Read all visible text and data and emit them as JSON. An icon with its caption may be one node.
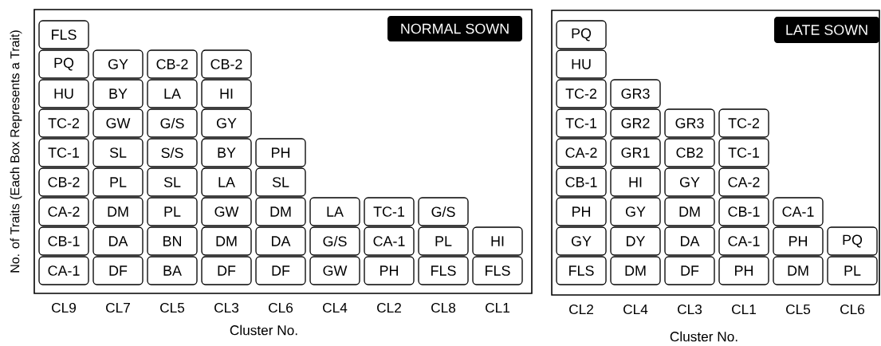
{
  "diagram": {
    "nodes": [
      {
        "text": [],
        "shape": "box"
      },
      {
        "text": [
          "NORMAL SOWN"
        ],
        "in": 0
      },
      {
        "text": [
          "FLS"
        ],
        "in": 0
      },
      {
        "text": [
          "PQ"
        ],
        "in": 0
      },
      {
        "text": [
          "HU"
        ],
        "in": 0
      },
      {
        "text": [
          "TC-2"
        ],
        "in": 0
      },
      {
        "text": [
          "TC-1"
        ],
        "in": 0
      },
      {
        "text": [
          "CB-2"
        ],
        "in": 0
      },
      {
        "text": [
          "CA-2"
        ],
        "in": 0
      },
      {
        "text": [
          "CB-1"
        ],
        "in": 0
      },
      {
        "text": [
          "CA-1"
        ],
        "in": 0
      },
      {
        "text": [
          "GY"
        ],
        "in": 0
      },
      {
        "text": [
          "BY"
        ],
        "in": 0
      },
      {
        "text": [
          "GW"
        ],
        "in": 0
      },
      {
        "text": [
          "SL"
        ],
        "in": 0
      },
      {
        "text": [
          "PL"
        ],
        "in": 0
      },
      {
        "text": [
          "DM"
        ],
        "in": 0
      },
      {
        "text": [
          "DA"
        ],
        "in": 0
      },
      {
        "text": [
          "DF"
        ],
        "in": 0
      },
      {
        "text": [
          "CB-2"
        ],
        "in": 0
      },
      {
        "text": [
          "LA"
        ],
        "in": 0
      },
      {
        "text": [
          "G/S"
        ],
        "in": 0
      },
      {
        "text": [
          "S/S"
        ],
        "in": 0
      },
      {
        "text": [
          "SL"
        ],
        "in": 0
      },
      {
        "text": [
          "PL"
        ],
        "in": 0
      },
      {
        "text": [
          "BN"
        ],
        "in": 0
      },
      {
        "text": [
          "BA"
        ],
        "in": 0
      },
      {
        "text": [
          "CB-2"
        ],
        "in": 0
      },
      {
        "text": [
          "HI"
        ],
        "in": 0
      },
      {
        "text": [
          "GY"
        ],
        "in": 0
      },
      {
        "text": [
          "BY"
        ],
        "in": 0
      },
      {
        "text": [
          "LA"
        ],
        "in": 0
      },
      {
        "text": [
          "GW"
        ],
        "in": 0
      },
      {
        "text": [
          "DM"
        ],
        "in": 0
      },
      {
        "text": [
          "DF"
        ],
        "in": 0
      },
      {
        "text": [
          "PH"
        ],
        "in": 0
      },
      {
        "text": [
          "SL"
        ],
        "in": 0
      },
      {
        "text": [
          "DM"
        ],
        "in": 0
      },
      {
        "text": [
          "DA"
        ],
        "in": 0
      },
      {
        "text": [
          "DF"
        ],
        "in": 0
      },
      {
        "text": [
          "LA"
        ],
        "in": 0
      },
      {
        "text": [
          "G/S"
        ],
        "in": 0
      },
      {
        "text": [
          "GW"
        ],
        "in": 0
      },
      {
        "text": [
          "TC-1"
        ],
        "in": 0
      },
      {
        "text": [
          "CA-1"
        ],
        "in": 0
      },
      {
        "text": [
          "PH"
        ],
        "in": 0
      },
      {
        "text": [
          "G/S"
        ],
        "in": 0
      },
      {
        "text": [
          "PL"
        ],
        "in": 0
      },
      {
        "text": [
          "FLS"
        ],
        "in": 0
      },
      {
        "text": [
          "HI"
        ],
        "in": 0
      },
      {
        "text": [
          "FLS"
        ],
        "in": 0
      },
      {
        "text": [],
        "shape": "box"
      },
      {
        "text": [
          "LATE SOWN"
        ],
        "in": 51
      },
      {
        "text": [
          "PQ"
        ],
        "in": 51
      },
      {
        "text": [
          "HU"
        ],
        "in": 51
      },
      {
        "text": [
          "TC-2"
        ],
        "in": 51
      },
      {
        "text": [
          "TC-1"
        ],
        "in": 51
      },
      {
        "text": [
          "CA-2"
        ],
        "in": 51
      },
      {
        "text": [
          "CB-1"
        ],
        "in": 51
      },
      {
        "text": [
          "PH"
        ],
        "in": 51
      },
      {
        "text": [
          "GY"
        ],
        "in": 51
      },
      {
        "text": [
          "FLS"
        ],
        "in": 51
      },
      {
        "text": [
          "GR3"
        ],
        "in": 51
      },
      {
        "text": [
          "GR2"
        ],
        "in": 51
      },
      {
        "text": [
          "GR1"
        ],
        "in": 51
      },
      {
        "text": [
          "HI"
        ],
        "in": 51
      },
      {
        "text": [
          "GY"
        ],
        "in": 51
      },
      {
        "text": [
          "DY"
        ],
        "in": 51
      },
      {
        "text": [
          "DM"
        ],
        "in": 51
      },
      {
        "text": [
          "GR3"
        ],
        "in": 51
      },
      {
        "text": [
          "CB2"
        ],
        "in": 51
      },
      {
        "text": [
          "GY"
        ],
        "in": 51
      },
      {
        "text": [
          "DM"
        ],
        "in": 51
      },
      {
        "text": [
          "DA"
        ],
        "in": 51
      },
      {
        "text": [
          "DF"
        ],
        "in": 51
      },
      {
        "text": [
          "TC-2"
        ],
        "in": 51
      },
      {
        "text": [
          "TC-1"
        ],
        "in": 51
      },
      {
        "text": [
          "CA-2"
        ],
        "in": 51
      },
      {
        "text": [
          "CB-1"
        ],
        "in": 51
      },
      {
        "text": [
          "CA-1"
        ],
        "in": 51
      },
      {
        "text": [
          "PH"
        ],
        "in": 51
      },
      {
        "text": [
          "CA-1"
        ],
        "in": 51
      },
      {
        "text": [
          "PH"
        ],
        "in": 51
      },
      {
        "text": [
          "DM"
        ],
        "in": 51
      },
      {
        "text": [
          "PQ"
        ],
        "in": 51
      },
      {
        "text": [
          "PL"
        ],
        "in": 51
      }
    ],
    "labels": [
      "No. of Traits (Each Box Represents a Trait)",
      "CL9",
      "CL7",
      "CL5",
      "CL3",
      "CL6",
      "CL4",
      "CL2",
      "CL8",
      "CL1",
      "Cluster No.",
      "CL2",
      "CL4",
      "CL3",
      "CL1",
      "CL5",
      "CL6",
      "Cluster No."
    ]
  }
}
